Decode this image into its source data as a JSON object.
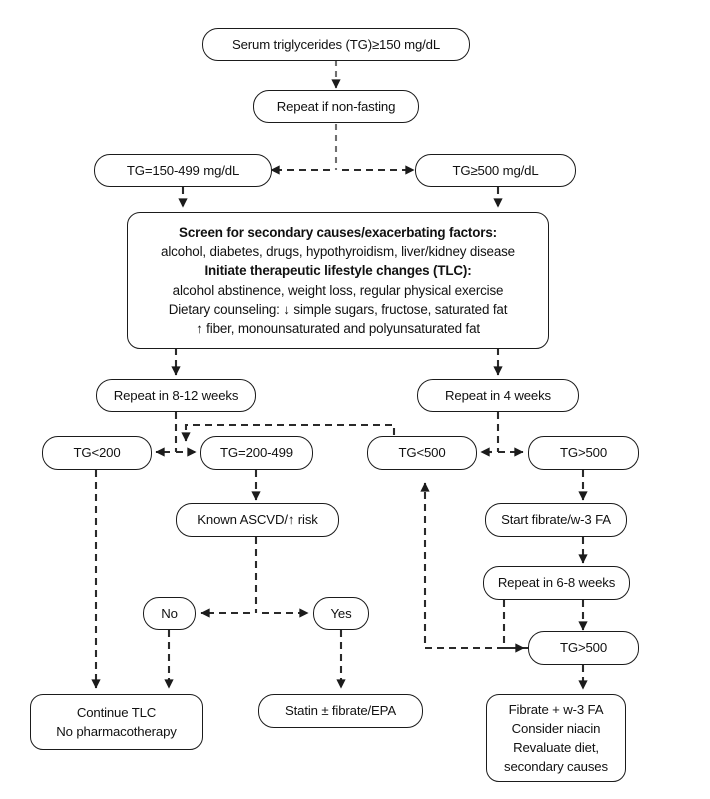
{
  "diagram": {
    "title": "Hypertriglyceridemia management algorithm",
    "line_color": "#1b1b1b",
    "box_fill": "#ffffff",
    "text_color": "#111111"
  },
  "nodes": {
    "serum_tg": {
      "label": "Serum triglycerides (TG)≥150 mg/dL"
    },
    "repeat_nonfasting": {
      "label": "Repeat if non-fasting"
    },
    "tg_150_499": {
      "label": "TG=150-499 mg/dL"
    },
    "tg_ge_500": {
      "label": "TG≥500 mg/dL"
    },
    "screen_box": {
      "lines": [
        {
          "text": "Screen for secondary causes/exacerbating factors:",
          "bold": true
        },
        {
          "text": "alcohol, diabetes, drugs, hypothyroidism, liver/kidney disease",
          "bold": false
        },
        {
          "text": "Initiate therapeutic lifestyle changes (TLC):",
          "bold": true
        },
        {
          "text": "alcohol abstinence, weight loss, regular physical exercise",
          "bold": false
        },
        {
          "text": "Dietary counseling: ↓ simple sugars, fructose, saturated fat",
          "bold": false
        },
        {
          "text": "↑ fiber, monounsaturated and polyunsaturated fat",
          "bold": false
        }
      ]
    },
    "repeat_8_12": {
      "label": "Repeat in 8-12 weeks"
    },
    "repeat_4": {
      "label": "Repeat in 4 weeks"
    },
    "tg_lt_200": {
      "label": "TG<200"
    },
    "tg_200_499": {
      "label": "TG=200-499"
    },
    "tg_lt_500": {
      "label": "TG<500"
    },
    "tg_gt_500_top": {
      "label": "TG>500"
    },
    "known_ascvd": {
      "label": "Known ASCVD/↑ risk"
    },
    "answer_no": {
      "label": "No"
    },
    "answer_yes": {
      "label": "Yes"
    },
    "start_fibrate": {
      "label": "Start fibrate/w-3 FA"
    },
    "repeat_6_8": {
      "label": "Repeat in 6-8 weeks"
    },
    "tg_gt_500_bottom": {
      "label": "TG>500"
    },
    "continue_tlc": {
      "lines": [
        {
          "text": "Continue TLC",
          "bold": false
        },
        {
          "text": "No pharmacotherapy",
          "bold": false
        }
      ]
    },
    "statin_fibrate": {
      "label": "Statin ± fibrate/EPA"
    },
    "fibrate_combo": {
      "lines": [
        {
          "text": "Fibrate + w-3 FA",
          "bold": false
        },
        {
          "text": "Consider niacin",
          "bold": false
        },
        {
          "text": "Revaluate diet,",
          "bold": false
        },
        {
          "text": "secondary causes",
          "bold": false
        }
      ]
    }
  }
}
